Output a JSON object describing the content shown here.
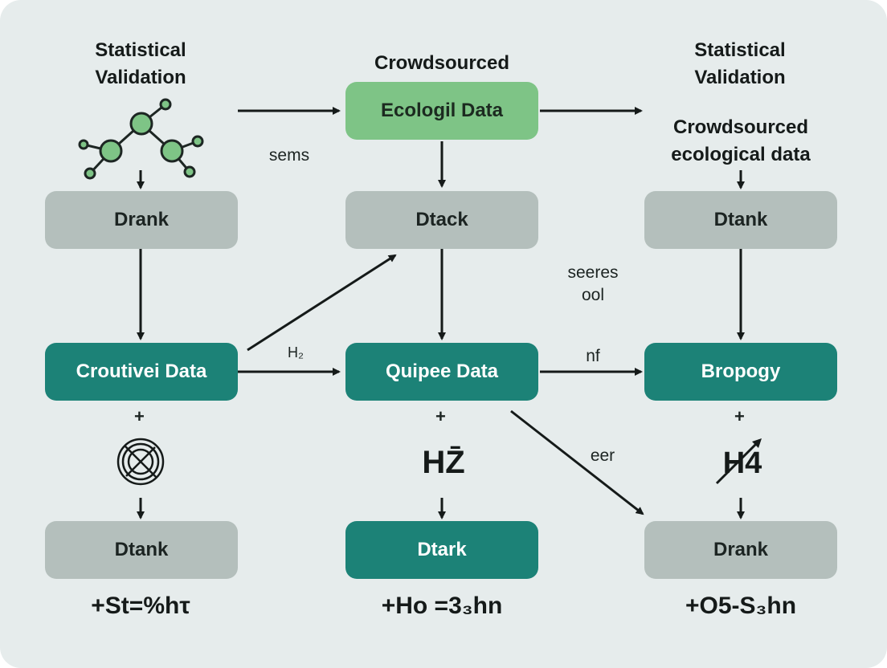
{
  "colors": {
    "background": "#e6ecec",
    "gray_box": "#b4bfbc",
    "teal_box": "#1c8277",
    "green_box": "#7ec486",
    "node": "#7ec486"
  },
  "headings": {
    "left": "Statistical\nValidation",
    "center": "Crowdsourced",
    "right": "Statistical\nValidation",
    "right_sub": "Crowdsourced\necological data"
  },
  "boxes": {
    "top_center": "Ecologil Data",
    "row1_left": "Drank",
    "row1_center": "Dtack",
    "row1_right": "Dtank",
    "row2_left": "Croutivei Data",
    "row2_center": "Quipee Data",
    "row2_right": "Bropogy",
    "row3_left": "Dtank",
    "row3_center": "Dtark",
    "row3_right": "Drank"
  },
  "edge_labels": {
    "sems": "sems",
    "seeres": "seeres\nool",
    "h2": "H₂",
    "nf": "nf",
    "eer": "eer"
  },
  "symbols": {
    "plus": "+",
    "center_symbol": "HZ̄",
    "right_symbol": "H4"
  },
  "icons": [
    "network-nodes-icon",
    "crossed-circle-icon"
  ],
  "formulas": {
    "left": "+St=%hτ",
    "center": "+Ho =3₃hn",
    "right": "+O5-S₃hn"
  }
}
